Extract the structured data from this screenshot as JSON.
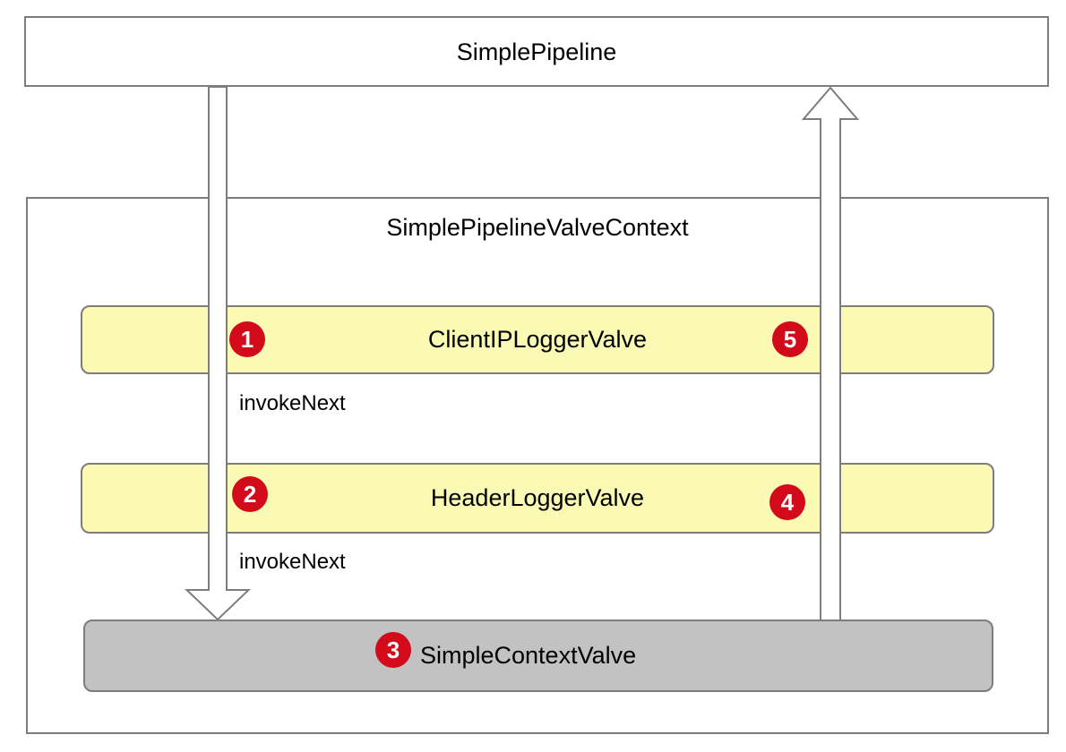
{
  "pipeline": {
    "title": "SimplePipeline"
  },
  "context": {
    "title": "SimplePipelineValveContext"
  },
  "valves": [
    {
      "label": "ClientIPLoggerValve",
      "left_badge": "1",
      "right_badge": "5"
    },
    {
      "label": "HeaderLoggerValve",
      "left_badge": "2",
      "right_badge": "4"
    },
    {
      "label": "SimpleContextValve",
      "left_badge": "3"
    }
  ],
  "invoke_next": {
    "first": "invokeNext",
    "second": "invokeNext"
  },
  "colors": {
    "valve_yellow": "#fafab4",
    "valve_gray": "#c2c2c2",
    "border_gray": "#7d7d7d",
    "badge_red": "#d20a1a"
  }
}
